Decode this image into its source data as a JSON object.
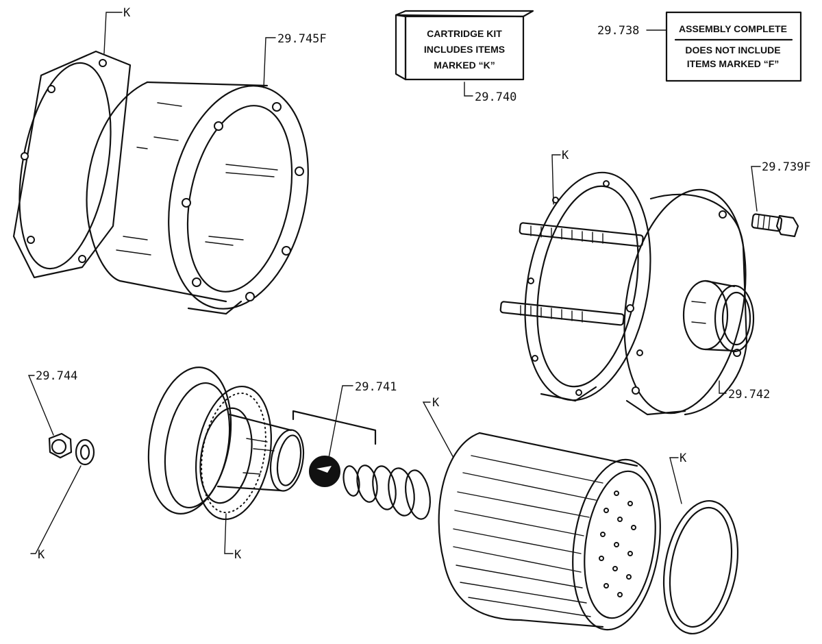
{
  "labels": {
    "k_top_left": "K",
    "p29745f": "29.745F",
    "p29740": "29.740",
    "p29738": "29.738",
    "k_flange_right": "K",
    "p29739f": "29.739F",
    "p29742": "29.742",
    "p29744": "29.744",
    "k_washer": "K",
    "k_gasket_lower": "K",
    "p29741": "29.741",
    "k_cartridge": "K",
    "k_ring": "K"
  },
  "cartridge_kit_box": {
    "line1": "CARTRIDGE KIT",
    "line2": "INCLUDES ITEMS",
    "line3": "MARKED “K”"
  },
  "assembly_box": {
    "line1": "ASSEMBLY COMPLETE",
    "line2": "DOES NOT INCLUDE",
    "line3": "ITEMS MARKED “F”"
  }
}
